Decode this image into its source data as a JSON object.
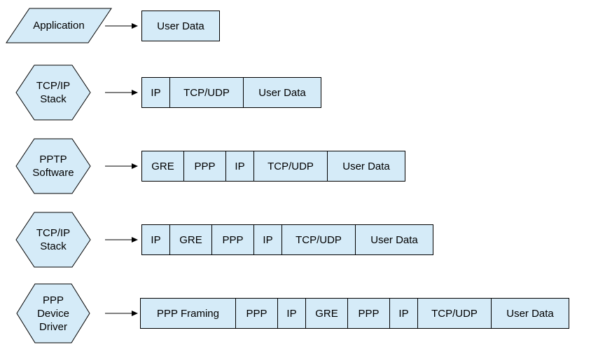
{
  "diagram": {
    "background_color": "#ffffff",
    "shape_fill_color": "#d5ebf8",
    "shape_border_color": "#000000",
    "text_color": "#000000",
    "rows": [
      {
        "shape": "parallelogram",
        "label_lines": [
          "Application"
        ],
        "packet": [
          "User Data"
        ]
      },
      {
        "shape": "hexagon",
        "label_lines": [
          "TCP/IP",
          "Stack"
        ],
        "packet": [
          "IP",
          "TCP/UDP",
          "User Data"
        ]
      },
      {
        "shape": "hexagon",
        "label_lines": [
          "PPTP",
          "Software"
        ],
        "packet": [
          "GRE",
          "PPP",
          "IP",
          "TCP/UDP",
          "User Data"
        ]
      },
      {
        "shape": "hexagon",
        "label_lines": [
          "TCP/IP",
          "Stack"
        ],
        "packet": [
          "IP",
          "GRE",
          "PPP",
          "IP",
          "TCP/UDP",
          "User Data"
        ]
      },
      {
        "shape": "hexagon",
        "label_lines": [
          "PPP",
          "Device",
          "Driver"
        ],
        "packet": [
          "PPP Framing",
          "PPP",
          "IP",
          "GRE",
          "PPP",
          "IP",
          "TCP/UDP",
          "User Data"
        ]
      }
    ]
  }
}
